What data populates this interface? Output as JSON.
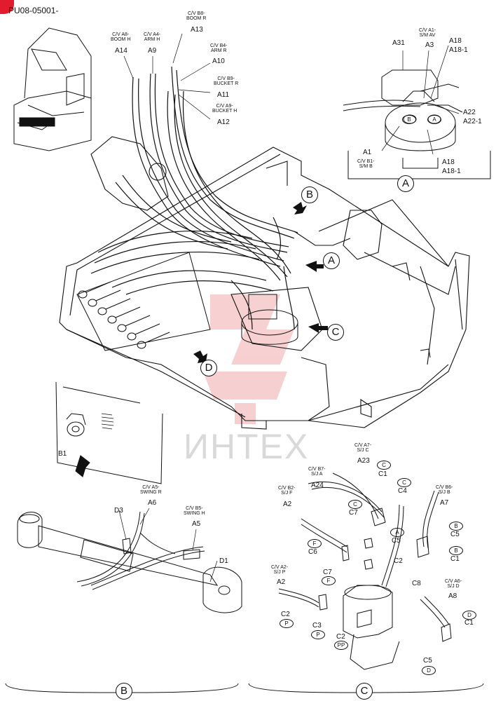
{
  "doc_code": "PU08-05001-",
  "watermark": "ИНТЕХ",
  "view_labels": {
    "A": "A",
    "B": "B",
    "C": "C",
    "D": "D"
  },
  "main_labels": {
    "a14_desc": "C/V A8-\nBOOM H",
    "a14": "A14",
    "a9_desc": "C/V A4-\nARM H",
    "a9": "A9",
    "a13_desc": "C/V B8-\nBOOM R",
    "a13": "A13",
    "a10_desc": "C/V B4-\nARM R",
    "a10": "A10",
    "a11_desc": "C/V B9-\nBUCKET R",
    "a11": "A11",
    "a12_desc": "C/V A9-\nBUCKET H",
    "a12": "A12",
    "b1": "B1"
  },
  "detail_a": {
    "a31": "A31",
    "a3_desc": "C/V A1-\nS/M AV",
    "a3": "A3",
    "a18_top": "A18",
    "a18_1_top": "A18-1",
    "a22": "A22",
    "a22_1": "A22-1",
    "a1": "A1",
    "a1_desc": "C/V B1-\nS/M B",
    "a18_bot": "A18",
    "a18_1_bot": "A18-1",
    "port_b": "B",
    "port_a": "A"
  },
  "detail_b": {
    "a6_desc": "C/V A5-\nSWING R",
    "a6": "A6",
    "a5_desc": "C/V B5-\nSWING H",
    "a5": "A5",
    "d3": "D3",
    "d1": "D1"
  },
  "detail_c": {
    "a23_desc": "C/V A7-\nS/J C",
    "a23": "A23",
    "a24_desc": "C/V B7-\nS/J A",
    "a24": "A24",
    "a2_top_desc": "C/V B2-\nS/J F",
    "a2_top": "A2",
    "a7_desc": "C/V B6-\nS/J B",
    "a7": "A7",
    "a2_desc": "C/V A2-\nS/J P",
    "a2": "A2",
    "a8_desc": "C/V A6-\nS/J D",
    "a8": "A8",
    "c1_top": "C1",
    "c4": "C4",
    "c7_top": "C7",
    "c5_a": "C5",
    "c6": "C6",
    "c2_mid": "C2",
    "c7_f": "C7",
    "c8": "C8",
    "c5_b": "C5",
    "c1_b": "C1",
    "c2_p": "C2",
    "c3_p": "C3",
    "c2_pp": "C2",
    "c1_d": "C1",
    "c5_d": "C5",
    "tag_c1": "C",
    "tag_c2": "C",
    "tag_c3": "C",
    "tag_a": "A",
    "tag_f1": "F",
    "tag_f2": "F",
    "tag_b1": "B",
    "tag_b2": "B",
    "tag_p1": "P",
    "tag_p2": "P",
    "tag_pp": "PP",
    "tag_d1": "D",
    "tag_d2": "D"
  },
  "colors": {
    "accent_red": "#e21b2e",
    "watermark_red": "#f2b8b8",
    "line": "#111111"
  }
}
